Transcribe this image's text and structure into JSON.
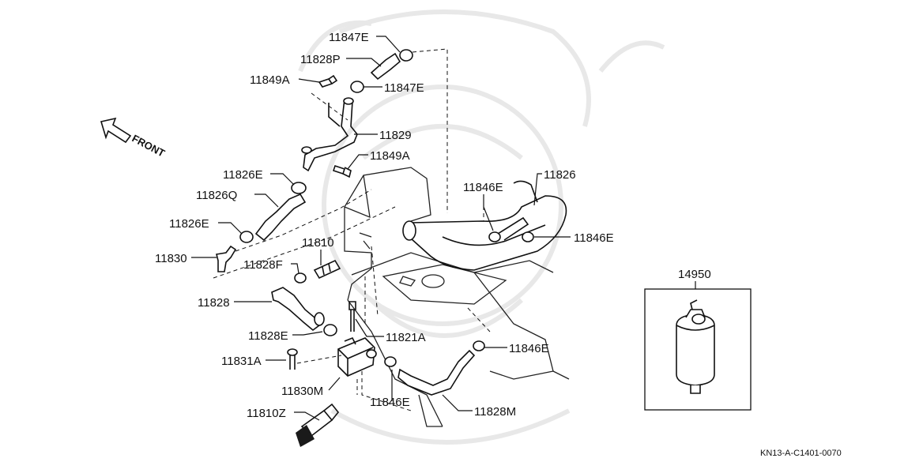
{
  "diagram": {
    "direction_label": "FRONT",
    "drawing_code": "KN13-A-C1401-0070",
    "watermark": "samurai-helmet-watermark",
    "inset_label": "14950",
    "parts": [
      {
        "id": "p-11847e-top",
        "label": "11847E"
      },
      {
        "id": "p-11828p",
        "label": "11828P"
      },
      {
        "id": "p-11849a-top",
        "label": "11849A"
      },
      {
        "id": "p-11847e-mid",
        "label": "11847E"
      },
      {
        "id": "p-11829",
        "label": "11829"
      },
      {
        "id": "p-11849a-mid",
        "label": "11849A"
      },
      {
        "id": "p-11826e-top",
        "label": "11826E"
      },
      {
        "id": "p-11826q",
        "label": "11826Q"
      },
      {
        "id": "p-11826e-low",
        "label": "11826E"
      },
      {
        "id": "p-11830",
        "label": "11830"
      },
      {
        "id": "p-11810",
        "label": "11810"
      },
      {
        "id": "p-11828f",
        "label": "11828F"
      },
      {
        "id": "p-11828",
        "label": "11828"
      },
      {
        "id": "p-11828e",
        "label": "11828E"
      },
      {
        "id": "p-11821a",
        "label": "11821A"
      },
      {
        "id": "p-11831a",
        "label": "11831A"
      },
      {
        "id": "p-11830m",
        "label": "11830M"
      },
      {
        "id": "p-11810z",
        "label": "11810Z"
      },
      {
        "id": "p-11846e-bot",
        "label": "11846E"
      },
      {
        "id": "p-11828m",
        "label": "11828M"
      },
      {
        "id": "p-11846e-right",
        "label": "11846E"
      },
      {
        "id": "p-11846e-ul",
        "label": "11846E"
      },
      {
        "id": "p-11826",
        "label": "11826"
      },
      {
        "id": "p-11846e-ur",
        "label": "11846E"
      }
    ]
  }
}
